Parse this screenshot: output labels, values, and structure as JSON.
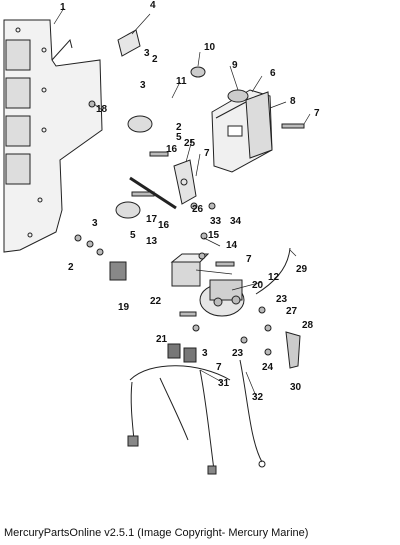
{
  "caption": "MercuryPartsOnline v2.5.1 (Image Copyright- Mercury Marine)",
  "callouts": [
    "1",
    "2",
    "3",
    "4",
    "5",
    "6",
    "7",
    "8",
    "9",
    "10",
    "11",
    "12",
    "13",
    "14",
    "15",
    "16",
    "17",
    "18",
    "19",
    "20",
    "21",
    "22",
    "23",
    "24",
    "25",
    "26",
    "27",
    "28",
    "29",
    "30",
    "31",
    "32",
    "33",
    "34"
  ]
}
